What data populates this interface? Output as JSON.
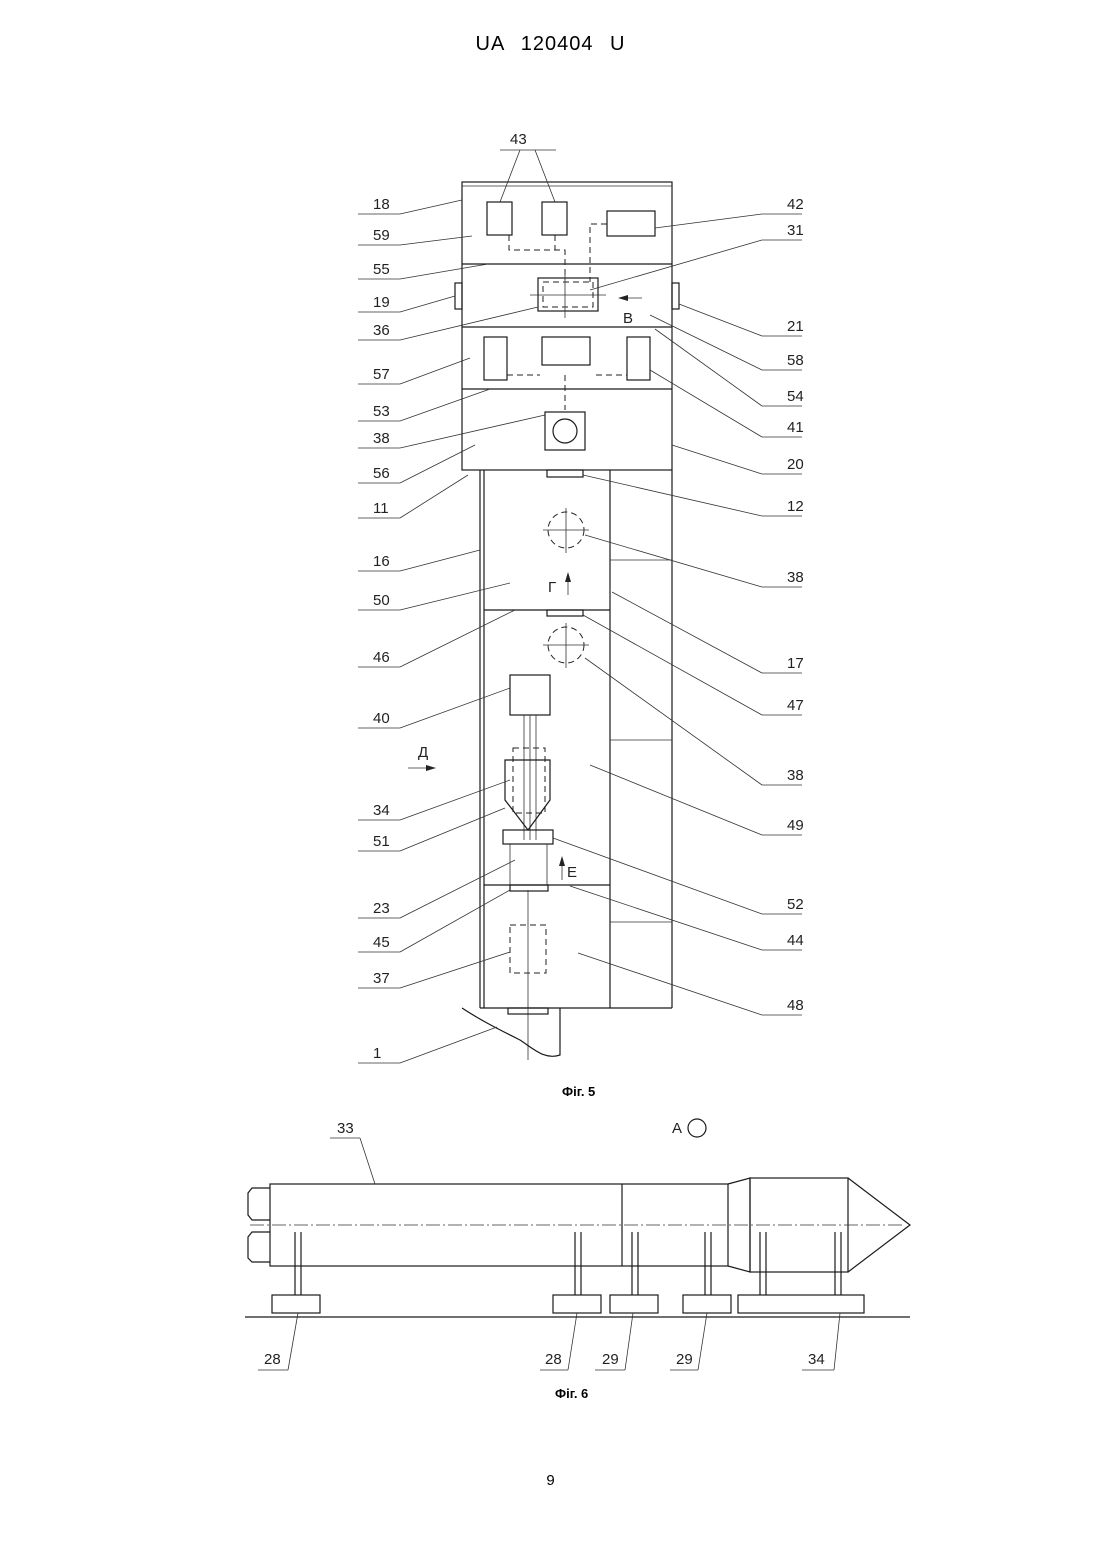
{
  "header": {
    "doc_number": "UA   120404   U"
  },
  "page_number": "9",
  "fig5": {
    "caption": "Фіг. 5",
    "labels_left": [
      "18",
      "59",
      "55",
      "19",
      "36",
      "57",
      "53",
      "38",
      "56",
      "11",
      "16",
      "50",
      "46",
      "40",
      "34",
      "51",
      "23",
      "45",
      "37",
      "1"
    ],
    "labels_right": [
      "42",
      "31",
      "21",
      "58",
      "54",
      "41",
      "20",
      "12",
      "38",
      "17",
      "47",
      "38",
      "49",
      "52",
      "44",
      "48"
    ],
    "label_top": "43",
    "letters": {
      "v": "В",
      "g": "Г",
      "d": "Д",
      "e": "Е"
    }
  },
  "fig6": {
    "caption": "Фіг. 6",
    "view_label": "А",
    "label_33": "33",
    "labels_bottom": [
      "28",
      "28",
      "29",
      "29",
      "34"
    ]
  }
}
